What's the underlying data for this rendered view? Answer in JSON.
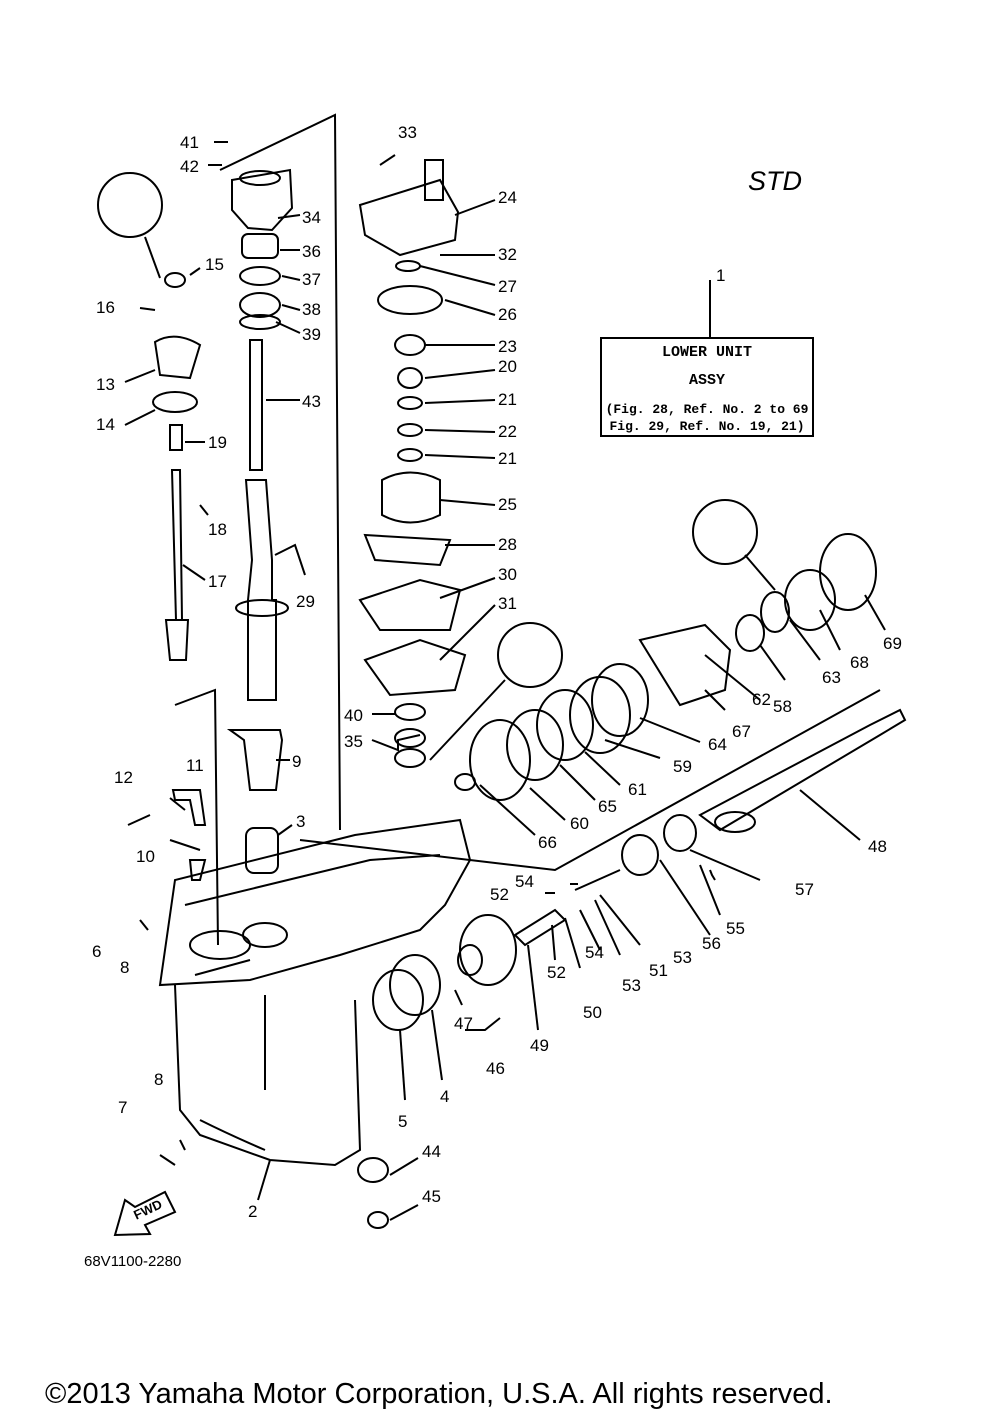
{
  "variant_label": "STD",
  "assembly_box": {
    "ref": "1",
    "line1": "LOWER UNIT",
    "line2": "ASSY",
    "line3": "(Fig. 28, Ref. No. 2 to 69",
    "line4": "Fig. 29, Ref. No. 19, 21)"
  },
  "drawing_code": "68V1100-2280",
  "copyright": "©2013 Yamaha Motor Corporation, U.S.A. All rights reserved.",
  "fwd_label": "FWD",
  "callouts": [
    "41",
    "42",
    "34",
    "36",
    "37",
    "38",
    "39",
    "43",
    "15",
    "16",
    "13",
    "14",
    "19",
    "18",
    "17",
    "29",
    "9",
    "3",
    "12",
    "11",
    "10",
    "6",
    "8",
    "8",
    "7",
    "2",
    "44",
    "45",
    "33",
    "24",
    "32",
    "27",
    "26",
    "23",
    "20",
    "21",
    "22",
    "21",
    "25",
    "28",
    "30",
    "31",
    "40",
    "35",
    "64",
    "59",
    "61",
    "65",
    "60",
    "66",
    "58",
    "67",
    "62",
    "63",
    "68",
    "69",
    "48",
    "57",
    "55",
    "56",
    "53",
    "51",
    "53",
    "54",
    "52",
    "54",
    "52",
    "50",
    "49",
    "46",
    "47",
    "4",
    "5"
  ]
}
